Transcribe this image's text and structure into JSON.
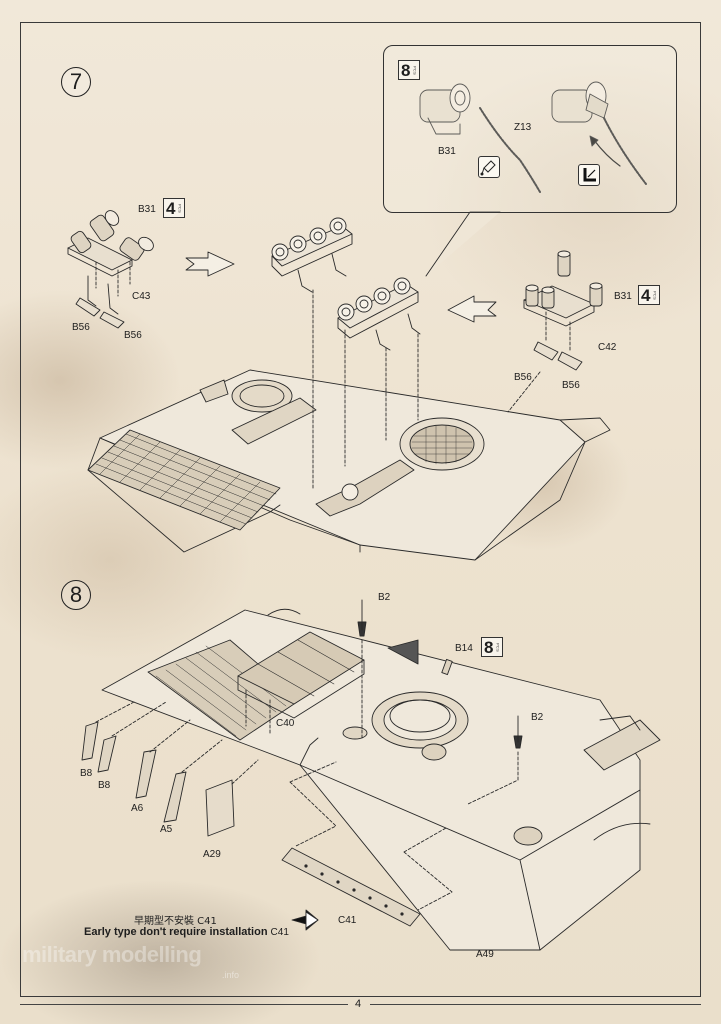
{
  "steps": {
    "step7": {
      "number": "7",
      "labels": {
        "b31_left": "B31",
        "c43": "C43",
        "b56_l1": "B56",
        "b56_l2": "B56",
        "b31_right": "B31",
        "c42": "C42",
        "b56_r1": "B56",
        "b56_r2": "B56"
      },
      "quantities": {
        "left": "4",
        "right": "4"
      },
      "callout": {
        "quantity": "8",
        "b31": "B31",
        "z13": "Z13"
      }
    },
    "step8": {
      "number": "8",
      "labels": {
        "b2_top": "B2",
        "b14": "B14",
        "b2_right": "B2",
        "c40": "C40",
        "b8_1": "B8",
        "b8_2": "B8",
        "a6": "A6",
        "a5": "A5",
        "a29": "A29",
        "c41": "C41",
        "a49": "A49"
      },
      "quantity_b14": "8"
    }
  },
  "pcs_text": "PCS",
  "note": {
    "chinese": "早期型不安裝 C41",
    "english": "Early type don't require installation",
    "english_code": "C41"
  },
  "watermark": {
    "main": "military modelling",
    "sub": ".info"
  },
  "page_number": "4",
  "icons": [
    "glue-icon",
    "cut-icon",
    "arrow-left-icon",
    "arrow-right-icon",
    "arrow-solid-icon"
  ]
}
